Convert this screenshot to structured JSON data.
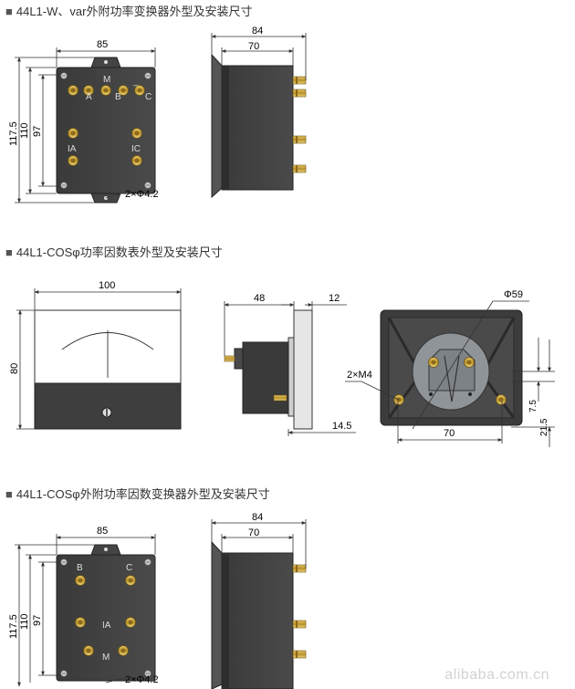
{
  "sections": [
    {
      "title": "44L1-W、var外附功率变换器外型及安装尺寸",
      "front": {
        "width": "85",
        "h_outer": "117.5",
        "h_mid": "110",
        "h_inner": "97",
        "terminals_top": [
          "A",
          "M",
          "B",
          "_",
          "C"
        ],
        "label_ia": "IA",
        "label_ic": "IC",
        "mount": "2×Φ4.2"
      },
      "side": {
        "depth_outer": "84",
        "depth_inner": "70"
      }
    },
    {
      "title": "44L1-COSφ功率因数表外型及安装尺寸",
      "meter": {
        "width": "100",
        "height": "80"
      },
      "side": {
        "depth": "48",
        "flange": "12",
        "offset": "14.5"
      },
      "back": {
        "bore": "Φ59",
        "screws": "2×M4",
        "spacing": "70",
        "dim_a": "7.5",
        "dim_b": "21.5"
      }
    },
    {
      "title": "44L1-COSφ外附功率因数变换器外型及安装尺寸",
      "front": {
        "width": "85",
        "h_outer": "117.5",
        "h_mid": "110",
        "h_inner": "97",
        "terminals_top": [
          "B",
          "C"
        ],
        "label_ia": "IA",
        "label_m": "M",
        "mount": "2×Φ4.2"
      },
      "side": {
        "depth_outer": "84",
        "depth_inner": "70"
      }
    }
  ],
  "watermark": "alibaba.com.cn"
}
